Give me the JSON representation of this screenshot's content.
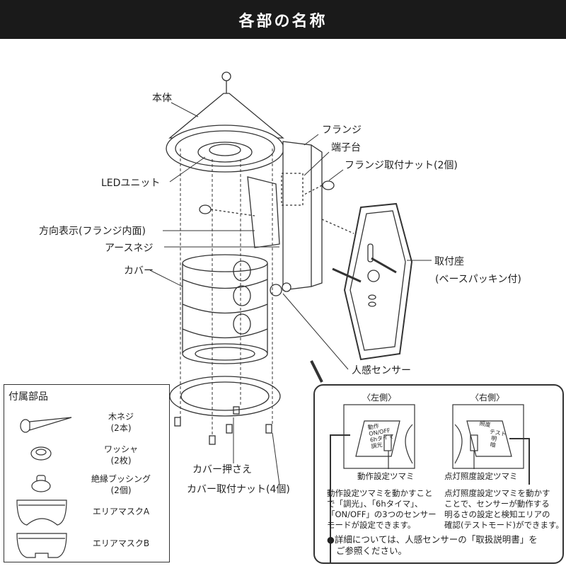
{
  "title": "各部の名称",
  "labels": {
    "body": "本体",
    "flange": "フランジ",
    "terminal": "端子台",
    "flange_nut": "フランジ取付ナット(2個)",
    "led_unit": "LEDユニット",
    "direction": "方向表示(フランジ内面)",
    "earth_screw": "アースネジ",
    "mount_base": "取付座",
    "mount_base_note": "(ベースパッキン付)",
    "cover": "カバー",
    "sensor": "人感センサー",
    "cover_holder": "カバー押さえ",
    "cover_nut": "カバー取付ナット(4個)"
  },
  "accessories": {
    "heading": "付属部品",
    "items": [
      {
        "name": "木ネジ",
        "qty": "(2本)"
      },
      {
        "name": "ワッシャ",
        "qty": "(2枚)"
      },
      {
        "name": "絶縁ブッシング",
        "qty": "(2個)"
      },
      {
        "name": "エリアマスクA",
        "qty": ""
      },
      {
        "name": "エリアマスクB",
        "qty": ""
      }
    ]
  },
  "sensor_detail": {
    "left": {
      "heading": "〈左側〉",
      "panel_title": "動作",
      "panel_options": [
        "ON/OFF",
        "6hタイマ",
        "調光"
      ],
      "knob_label": "動作設定ツマミ",
      "description": [
        "動作設定ツマミを動かすこと",
        "で「調光」、「6hタイマ」、",
        "「ON/OFF」の3つのセンサー",
        "モードが設定できます。"
      ]
    },
    "right": {
      "heading": "〈右側〉",
      "panel_title": "照度",
      "panel_options": [
        "テスト",
        "明",
        "暗"
      ],
      "knob_label": "点灯照度設定ツマミ",
      "description": [
        "点灯照度設定ツマミを動かす",
        "ことで、センサーが動作する",
        "明るさの設定と検知エリアの",
        "確認(テストモード)ができます。"
      ]
    },
    "note": [
      "●詳細については、人感センサーの「取扱説明書」を",
      "ご参照ください。"
    ]
  }
}
